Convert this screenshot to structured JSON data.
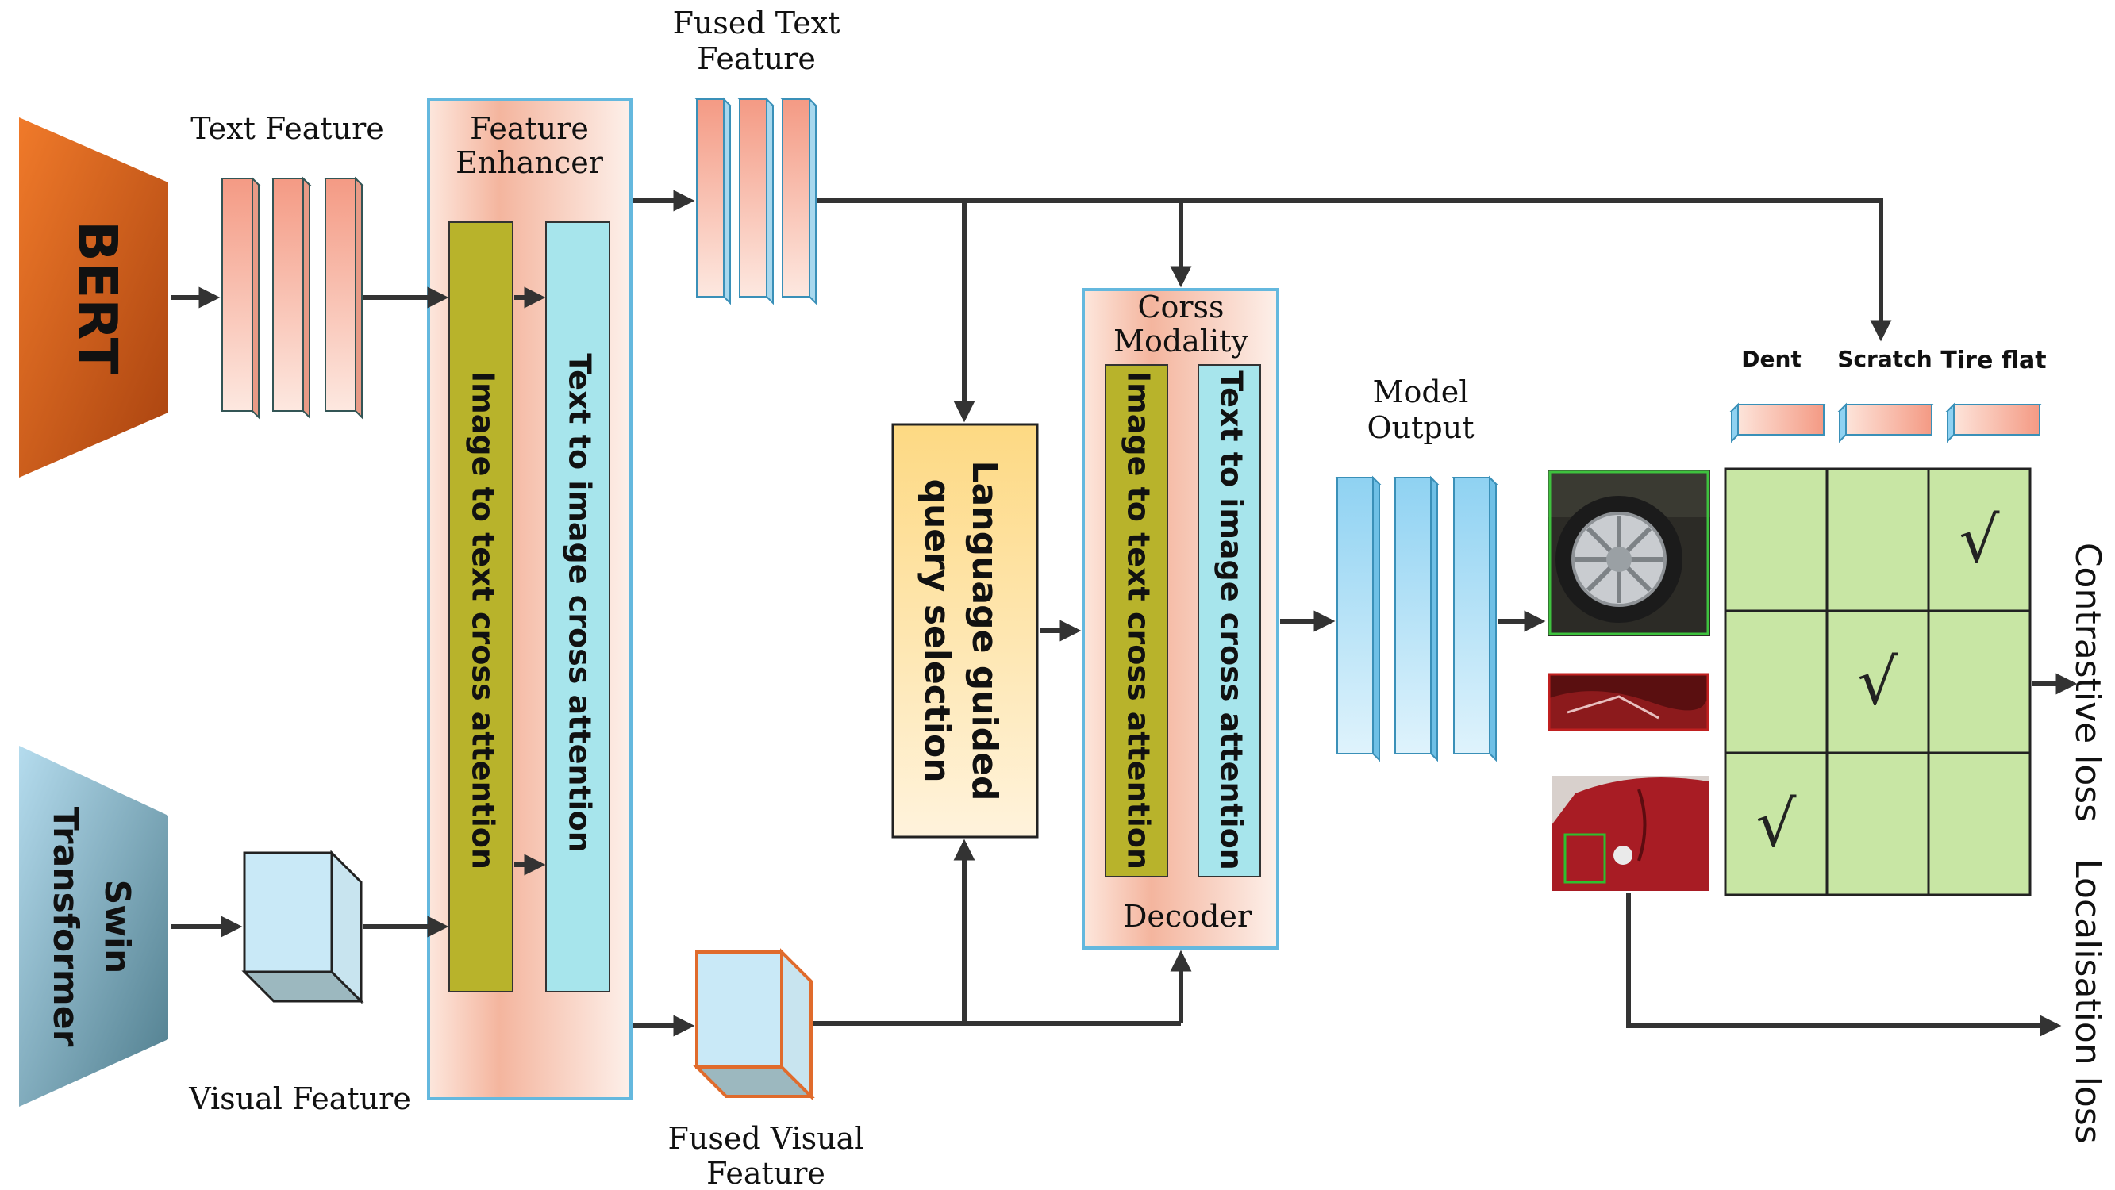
{
  "encoders": {
    "text_encoder": "BERT",
    "visual_encoder_line1": "Swin",
    "visual_encoder_line2": "Transformer"
  },
  "features": {
    "text_feature": "Text Feature",
    "visual_feature": "Visual Feature",
    "fused_text_line1": "Fused Text",
    "fused_text_line2": "Feature",
    "fused_visual_line1": "Fused Visual",
    "fused_visual_line2": "Feature",
    "model_output_line1": "Model",
    "model_output_line2": "Output"
  },
  "feature_enhancer": {
    "title_line1": "Feature",
    "title_line2": "Enhancer",
    "image_to_text": "Image to text cross attention",
    "text_to_image": "Text to image cross attention"
  },
  "query_selection": {
    "line1": "Language guided",
    "line2": "query selection"
  },
  "decoder": {
    "title_line1": "Corss",
    "title_line2": "Modality",
    "image_to_text": "Image to text cross attention",
    "text_to_image": "Text to image cross attention",
    "footer": "Decoder"
  },
  "classes": [
    "Dent",
    "Scratch",
    "Tire flat"
  ],
  "matrix_marks": [
    {
      "row": 0,
      "col": 2,
      "glyph": "√"
    },
    {
      "row": 1,
      "col": 1,
      "glyph": "√"
    },
    {
      "row": 2,
      "col": 0,
      "glyph": "√"
    }
  ],
  "losses": {
    "contrastive": "Contrastive loss",
    "localisation": "Localisation loss"
  },
  "thumbnails": [
    "tire-flat-photo",
    "scratch-photo",
    "dent-photo"
  ],
  "colors": {
    "bert_orange": "#e8641e",
    "swin_blue": "#9fcbe0",
    "feature_salmon": "#f4a088",
    "feature_blue": "#a9dcf3",
    "olive": "#b9b42a",
    "cyan": "#a6e4eb",
    "matrix_green": "#c8e6a4",
    "query_yellow": "#fde29a"
  }
}
